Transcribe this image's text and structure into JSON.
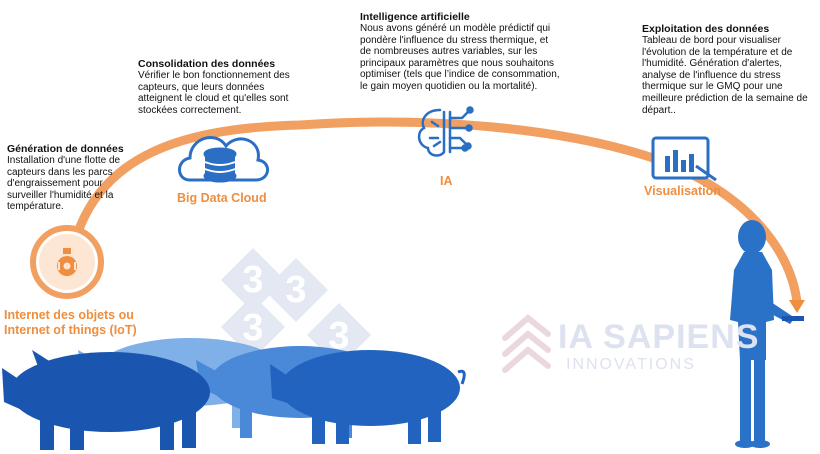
{
  "stages": {
    "iot": {
      "heading": "Génération de données",
      "body": "Installation d'une flotte de capteurs dans les parcs d'engraissement pour surveiller l'humidité et la température.",
      "label_line1": "Internet des objets ou",
      "label_line2": "Internet of things (IoT)",
      "icon": "sensor-icon"
    },
    "cloud": {
      "heading": "Consolidation des données",
      "body": "Vérifier le bon fonctionnement des capteurs, que leurs données atteignent le cloud et qu'elles sont stockées correctement.",
      "label": "Big Data Cloud",
      "icon": "cloud-database-icon"
    },
    "ai": {
      "heading": "Intelligence artificielle",
      "body": "Nous avons généré un modèle prédictif qui pondère l'influence du stress thermique, et de nombreuses autres variables, sur les principaux paramètres que nous souhaitons optimiser (tels que l’indice de consommation, le gain moyen quotidien ou la mortalité).",
      "label": "IA",
      "icon": "brain-circuit-icon"
    },
    "viz": {
      "heading": "Exploitation des données",
      "body": "Tableau de bord pour visualiser l'évolution de la température et de l'humidité. Génération d'alertes, analyse de l'influence du stress thermique sur le GMQ pour une meilleure prédiction de la semaine de départ..",
      "label": "Visualisation",
      "icon": "dashboard-chart-icon"
    }
  },
  "watermark": {
    "brand_line1": "IA SAPIENS",
    "brand_line2": "INNOVATIONS",
    "badge_digit": "3"
  },
  "colors": {
    "accent_orange": "#ee8e3e",
    "arc_orange": "#f2a062",
    "icon_blue": "#2a6fc3",
    "pig_dark": "#1a55b0",
    "pig_mid": "#3c7bd2",
    "pig_light": "#7fb0e8",
    "person": "#2a72c8"
  }
}
